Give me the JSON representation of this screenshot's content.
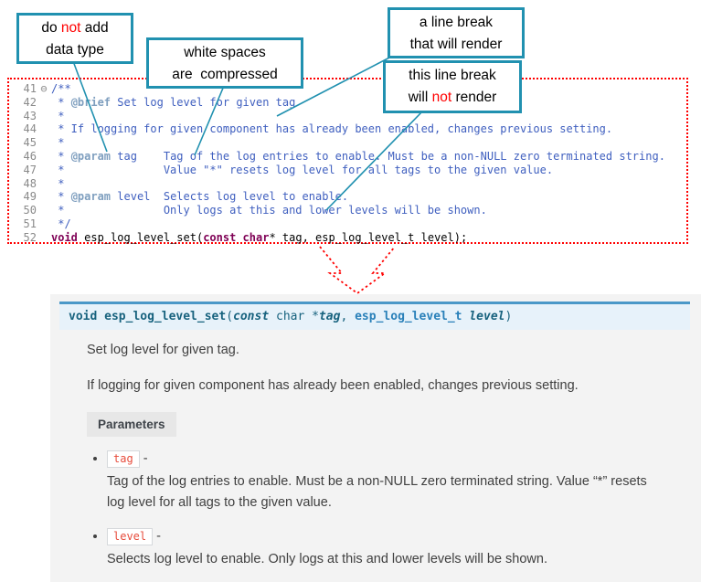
{
  "colors": {
    "callout_border": "#2191b0",
    "annotation_red": "#ff0000",
    "doxygen_comment": "#3f5fbf",
    "doxygen_tag": "#7f9fbf",
    "code_keyword": "#7f0055",
    "sig_background": "#e7f2fa",
    "sig_border": "#4a98c8",
    "literal_red": "#e74c3c",
    "type_link_blue": "#2980b9"
  },
  "callouts": [
    {
      "id": "no-datatype",
      "lines": [
        [
          {
            "t": "do "
          },
          {
            "t": "not",
            "c": "red"
          },
          {
            "t": " add"
          }
        ],
        [
          {
            "t": "data type"
          }
        ]
      ]
    },
    {
      "id": "whitespace",
      "lines": [
        [
          {
            "t": "white spaces"
          }
        ],
        [
          {
            "t": "are  compressed"
          }
        ]
      ]
    },
    {
      "id": "break-renders",
      "lines": [
        [
          {
            "t": "a line break"
          }
        ],
        [
          {
            "t": "that will render"
          }
        ]
      ]
    },
    {
      "id": "break-no-render",
      "lines": [
        [
          {
            "t": "this line break"
          }
        ],
        [
          {
            "t": "will "
          },
          {
            "t": "not",
            "c": "red"
          },
          {
            "t": " render"
          }
        ]
      ]
    }
  ],
  "code": {
    "lines": [
      {
        "num": "41",
        "fold": "⊖",
        "parts": [
          {
            "t": "/**",
            "c": "cmt"
          }
        ]
      },
      {
        "num": "42",
        "parts": [
          {
            "t": " * ",
            "c": "cmt"
          },
          {
            "t": "@brief",
            "c": "tag"
          },
          {
            "t": " Set log level for given tag",
            "c": "cmt"
          }
        ]
      },
      {
        "num": "43",
        "parts": [
          {
            "t": " *",
            "c": "cmt"
          }
        ]
      },
      {
        "num": "44",
        "parts": [
          {
            "t": " * If logging for given component has already been enabled, changes previous setting.",
            "c": "cmt"
          }
        ]
      },
      {
        "num": "45",
        "parts": [
          {
            "t": " *",
            "c": "cmt"
          }
        ]
      },
      {
        "num": "46",
        "parts": [
          {
            "t": " * ",
            "c": "cmt"
          },
          {
            "t": "@param",
            "c": "tag"
          },
          {
            "t": " tag    Tag of the log entries to enable. Must be a non-NULL zero terminated string.",
            "c": "cmt"
          }
        ]
      },
      {
        "num": "47",
        "parts": [
          {
            "t": " *               Value \"*\" resets log level for all tags to the given value.",
            "c": "cmt"
          }
        ]
      },
      {
        "num": "48",
        "parts": [
          {
            "t": " *",
            "c": "cmt"
          }
        ]
      },
      {
        "num": "49",
        "parts": [
          {
            "t": " * ",
            "c": "cmt"
          },
          {
            "t": "@param",
            "c": "tag"
          },
          {
            "t": " level  Selects log level to enable.",
            "c": "cmt"
          }
        ]
      },
      {
        "num": "50",
        "parts": [
          {
            "t": " *               Only logs at this and lower levels will be shown.",
            "c": "cmt"
          }
        ]
      },
      {
        "num": "51",
        "parts": [
          {
            "t": " */",
            "c": "cmt"
          }
        ]
      },
      {
        "num": "52",
        "parts": [
          {
            "t": "void",
            "c": "kw"
          },
          {
            "t": " esp_log_level_set(",
            "c": "pln"
          },
          {
            "t": "const",
            "c": "kw"
          },
          {
            "t": " ",
            "c": "pln"
          },
          {
            "t": "char",
            "c": "kw"
          },
          {
            "t": "* tag, esp_log_level_t level);",
            "c": "pln"
          }
        ]
      }
    ]
  },
  "doc": {
    "signature": {
      "parts": [
        {
          "t": "void ",
          "c": "kw"
        },
        {
          "t": "esp_log_level_set",
          "c": "name"
        },
        {
          "t": "(",
          "c": "pln"
        },
        {
          "t": "const",
          "c": "kwi"
        },
        {
          "t": " char *",
          "c": "type"
        },
        {
          "t": "tag",
          "c": "pname"
        },
        {
          "t": ", ",
          "c": "pln"
        },
        {
          "t": "esp_log_level_t",
          "c": "typelink"
        },
        {
          "t": " ",
          "c": "pln"
        },
        {
          "t": "level",
          "c": "pname"
        },
        {
          "t": ")",
          "c": "pln"
        }
      ]
    },
    "brief": "Set log level for given tag.",
    "description": "If logging for given component has already been enabled, changes previous setting.",
    "parameters_label": "Parameters",
    "params": [
      {
        "name": "tag",
        "sep": " -",
        "desc": "Tag of the log entries to enable. Must be a non-NULL zero terminated string. Value “*” resets log level for all tags to the given value."
      },
      {
        "name": "level",
        "sep": " -",
        "desc": "Selects log level to enable. Only logs at this and lower levels will be shown."
      }
    ]
  }
}
